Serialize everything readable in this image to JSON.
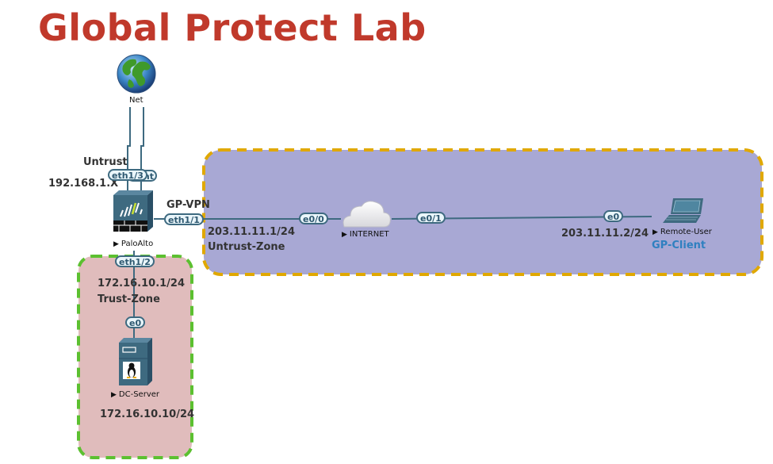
{
  "title": "Global Protect Lab",
  "colors": {
    "title": "#c0392b",
    "untrust_zone_fill": "#a8a8d4",
    "untrust_zone_border": "#e0a800",
    "trust_zone_fill": "#e0bcbc",
    "trust_zone_border": "#5cc030",
    "link": "#3e6a80",
    "client_label": "#2f80c0"
  },
  "nodes": {
    "net": {
      "label": "Net",
      "icon": "globe-icon"
    },
    "paloalto": {
      "label": "PaloAlto",
      "icon": "firewall-icon"
    },
    "internet": {
      "label": "INTERNET",
      "icon": "cloud-icon"
    },
    "remote_user": {
      "label": "Remote-User",
      "icon": "laptop-icon"
    },
    "dc_server": {
      "label": "DC-Server",
      "icon": "linux-server-icon"
    }
  },
  "ports": {
    "pa_eth1_3": "eth1/3",
    "pa_mgmt": "mgmt",
    "pa_eth1_1": "eth1/1",
    "pa_eth1_2": "eth1/2",
    "inet_e0_0": "e0/0",
    "inet_e0_1": "e0/1",
    "user_e0": "e0",
    "server_e0": "e0"
  },
  "labels": {
    "untrust": "Untrust",
    "untrust_ip": "192.168.1.X",
    "gp_vpn": "GP-VPN",
    "untrust_zone_ip": "203.11.11.1/24",
    "untrust_zone_name": "Untrust-Zone",
    "client_ip": "203.11.11.2/24",
    "gp_client": "GP-Client",
    "trust_ip": "172.16.10.1/24",
    "trust_zone_name": "Trust-Zone",
    "server_ip": "172.16.10.10/24"
  },
  "node_marker": "▶"
}
